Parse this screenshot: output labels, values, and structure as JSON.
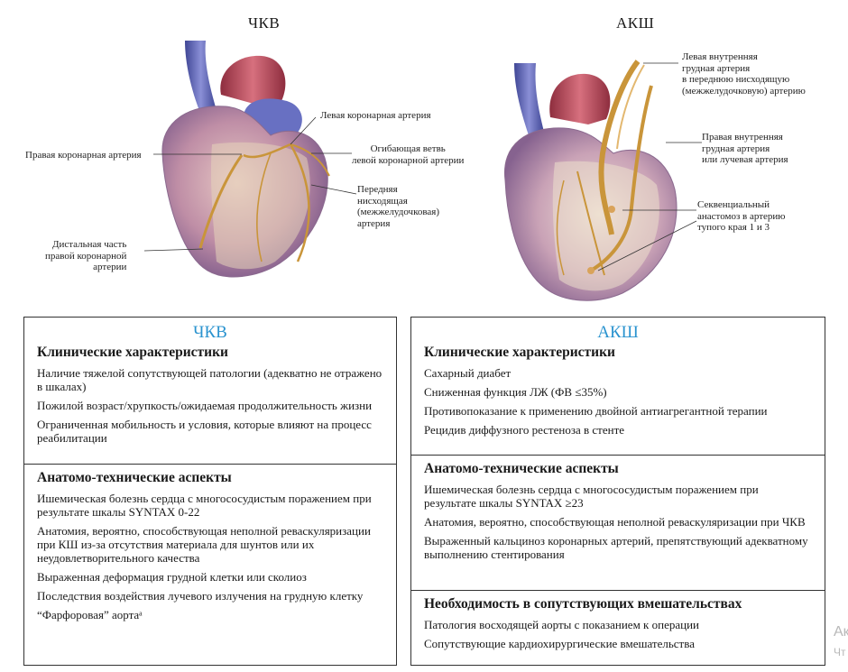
{
  "figures": {
    "left_title": "ЧКВ",
    "right_title": "АКШ",
    "left_labels": {
      "lca": "Левая коронарная артерия",
      "rca": "Правая коронарная артерия",
      "circumflex": "Огибающая ветвь\nлевой коронарной артерии",
      "lad": "Передняя\nнисходящая\n(межжелудочковая)\nартерия",
      "distal_rca": "Дистальная часть\nправой коронарной\nартерии"
    },
    "right_labels": {
      "lima": "Левая внутренняя\nгрудная артерия\nв переднюю нисходящую\n(межжелудочковую) артерию",
      "rima": "Правая внутренняя\nгрудная артерия\nили лучевая артерия",
      "sequential": "Секвенциальный\nанастомоз в артерию\nтупого края 1 и 3"
    }
  },
  "pci_box": {
    "title": "ЧКВ",
    "clinical_header": "Клинические характеристики",
    "clinical_items": [
      "Наличие тяжелой сопутствующей патологии (адекватно не отражено в шкалах)",
      "Пожилой возраст/хрупкость/ожидаемая продолжительность жизни",
      "Ограниченная мобильность и условия, которые влияют на процесс реабилитации"
    ],
    "anatomic_header": "Анатомо-технические аспекты",
    "anatomic_items": [
      "Ишемическая болезнь сердца с многососудистым поражением при результате шкалы SYNTAX 0-22",
      "Анатомия, вероятно, способствующая неполной реваскуляризации при КШ из-за отсутствия материала для шунтов или их неудовлетворительного качества",
      "Выраженная деформация грудной клетки или сколиоз",
      "Последствия воздействия лучевого излучения на грудную клетку",
      "“Фарфоровая” аортаᵃ"
    ]
  },
  "cabg_box": {
    "title": "АКШ",
    "clinical_header": "Клинические характеристики",
    "clinical_items": [
      "Сахарный диабет",
      "Сниженная функция ЛЖ (ФВ ≤35%)",
      "Противопоказание к применению двойной антиагрегантной терапии",
      "Рецидив диффузного рестеноза в стенте"
    ],
    "anatomic_header": "Анатомо-технические аспекты",
    "anatomic_items": [
      "Ишемическая болезнь сердца с многососудистым поражением при результате шкалы SYNTAX ≥23",
      "Анатомия, вероятно, способствующая неполной реваскуляризации при ЧКВ",
      "Выраженный кальциноз коронарных артерий, препятствующий адекватному выполнению стентирования"
    ],
    "concomitant_header": "Необходимость в сопутствующих вмешательствах",
    "concomitant_items": [
      "Патология восходящей аорты с показанием к операции",
      "Сопутствующие кардиохирургические вмешательства"
    ]
  },
  "watermark": {
    "line1": "Ак",
    "line2": "Чт"
  },
  "colors": {
    "accent": "#2a93cf",
    "heart": "#b98aa3",
    "artery": "#c9953a",
    "vein": "#5c64b5",
    "aorta": "#b7475a"
  }
}
